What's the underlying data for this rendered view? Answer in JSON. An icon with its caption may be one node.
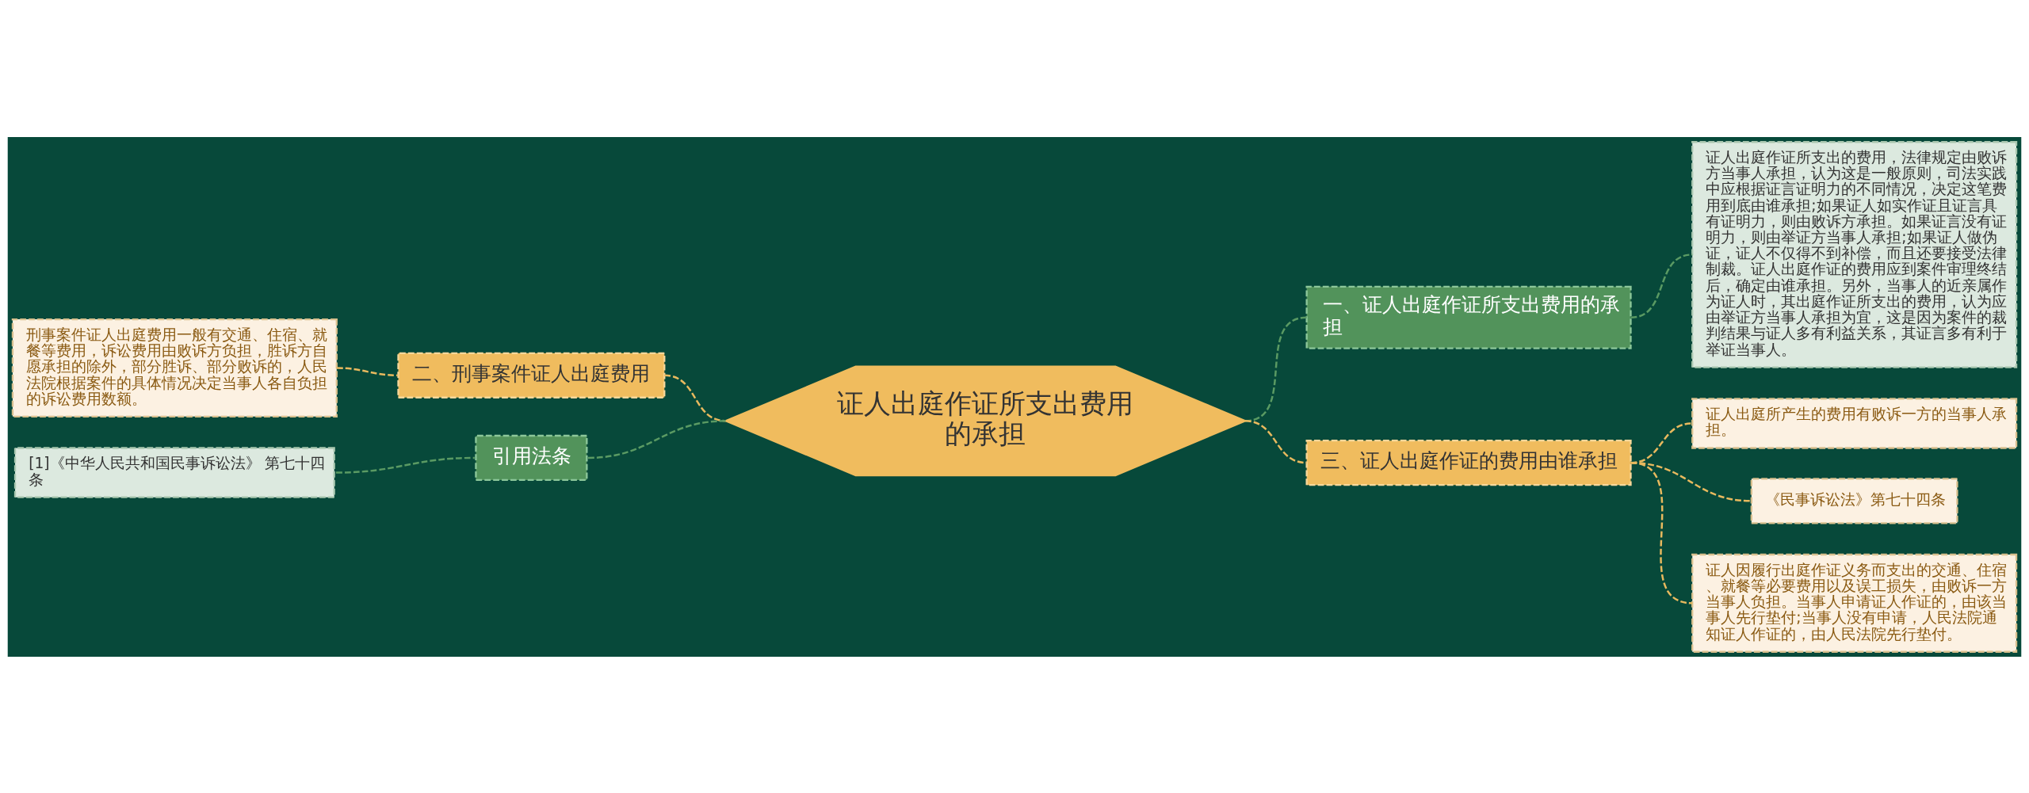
{
  "diagram": {
    "nodes": [
      {
        "text": [
          "证人出庭作证所支出费用的承担"
        ]
      },
      {
        "text": [
          "二、刑事案件证人出庭费用"
        ]
      },
      {
        "text": [
          "刑事案件证人出庭费用一般有交通、住宿、就餐等费用，诉讼费用由败诉方负担，胜诉方自愿承担的除外，部分胜诉、部分败诉的，人民法院根据案件的具体情况决定当事人各自负担的诉讼费用数额。"
        ]
      },
      {
        "text": [
          "引用法条"
        ]
      },
      {
        "text": [
          "[1]《中华人民共和国民事诉讼法》 第七十四条"
        ]
      },
      {
        "text": [
          "一、证人出庭作证所支出费用的承担"
        ]
      },
      {
        "text": [
          "证人出庭作证所支出的费用，法律规定由败诉方当事人承担，认为这是一般原则，司法实践中应根据证言证明力的不同情况，决定这笔费用到底由谁承担;如果证人如实作证且证言具有证明力，则由败诉方承担。如果证言没有证明力，则由举证方当事人承担;如果证人做伪证，证人不仅得不到补偿，而且还要接受法律制裁。证人出庭作证的费用应到案件审理终结后，确定由谁承担。另外，当事人的近亲属作为证人时，其出庭作证所支出的费用，认为应由举证方当事人承担为宜，这是因为案件的裁判结果与证人多有利益关系，其证言多有利于举证当事人。"
        ]
      },
      {
        "text": [
          "三、证人出庭作证的费用由谁承担"
        ]
      },
      {
        "text": [
          "证人出庭所产生的费用有败诉一方的当事人承担。"
        ]
      },
      {
        "text": [
          "《民事诉讼法》第七十四条"
        ]
      },
      {
        "text": [
          "证人因履行出庭作证义务而支出的交通、住宿、就餐等必要费用以及误工损失，由败诉一方当事人负担。当事人申请证人作证的，由该当事人先行垫付;当事人没有申请，人民法院通知证人作证的，由人民法院先行垫付。"
        ]
      }
    ],
    "edges": [
      {
        "from": 2,
        "to": 1,
        "arrow": "none",
        "style": "dashed"
      },
      {
        "from": 1,
        "to": 0,
        "arrow": "none",
        "style": "dashed"
      },
      {
        "from": 4,
        "to": 3,
        "arrow": "none",
        "style": "dashed",
        "color": "#5a9a63"
      },
      {
        "from": 3,
        "to": 0,
        "arrow": "none",
        "style": "dashed",
        "color": "#5a9a63"
      },
      {
        "from": 0,
        "to": 5,
        "arrow": "none",
        "style": "dashed",
        "color": "#5a9a63"
      },
      {
        "from": 5,
        "to": 6,
        "arrow": "none",
        "style": "dashed",
        "color": "#5a9a63"
      },
      {
        "from": 0,
        "to": 7,
        "arrow": "none",
        "style": "dashed"
      },
      {
        "from": 7,
        "to": 8,
        "arrow": "none",
        "style": "dashed"
      },
      {
        "from": 7,
        "to": 9,
        "arrow": "none",
        "style": "dashed"
      },
      {
        "from": 7,
        "to": 10,
        "arrow": "none",
        "style": "dashed"
      }
    ]
  }
}
